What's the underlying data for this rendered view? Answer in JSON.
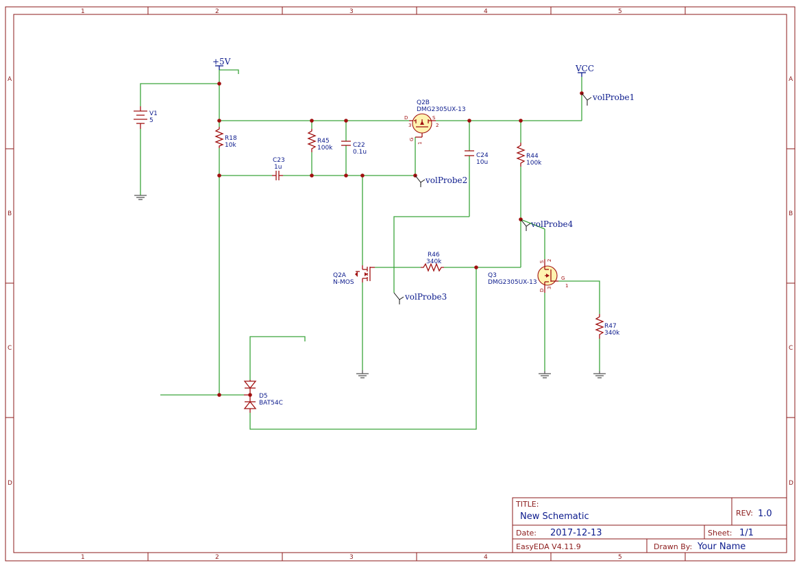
{
  "frame": {
    "columns": [
      "1",
      "2",
      "3",
      "4",
      "5"
    ],
    "rows": [
      "A",
      "B",
      "C",
      "D"
    ]
  },
  "components": {
    "v1": {
      "ref": "V1",
      "value": "5"
    },
    "r18": {
      "ref": "R18",
      "value": "10k"
    },
    "r45": {
      "ref": "R45",
      "value": "100k"
    },
    "c22": {
      "ref": "C22",
      "value": "0.1u"
    },
    "c23": {
      "ref": "C23",
      "value": "1u"
    },
    "q2b": {
      "ref": "Q2B",
      "value": "DMG2305UX-13"
    },
    "c24": {
      "ref": "C24",
      "value": "10u"
    },
    "r44": {
      "ref": "R44",
      "value": "100k"
    },
    "q2a": {
      "ref": "Q2A",
      "value": "N-MOS"
    },
    "r46": {
      "ref": "R46",
      "value": "340k"
    },
    "q3": {
      "ref": "Q3",
      "value": "DMG2305UX-13"
    },
    "r47": {
      "ref": "R47",
      "value": "340k"
    },
    "d5": {
      "ref": "D5",
      "value": "BAT54C"
    }
  },
  "pins": {
    "q2b": {
      "d": "D",
      "s": "S",
      "g": "G",
      "p3": "3",
      "p2": "2",
      "p1": "1"
    },
    "q3": {
      "s": "S",
      "p2": "2",
      "g": "G",
      "p1": "1",
      "d": "D",
      "p3": "3"
    }
  },
  "nets": {
    "plus5v": "+5V",
    "vcc": "VCC"
  },
  "probes": {
    "p1": "volProbe1",
    "p2": "volProbe2",
    "p3": "volProbe3",
    "p4": "volProbe4"
  },
  "title_block": {
    "title_label": "TITLE:",
    "title": "New Schematic",
    "rev_label": "REV:",
    "rev": "1.0",
    "date_label": "Date:",
    "date": "2017-12-13",
    "sheet_label": "Sheet:",
    "sheet": "1/1",
    "tool": "EasyEDA V4.11.9",
    "drawn_by_label": "Drawn By:",
    "drawn_by": "Your Name"
  },
  "colors": {
    "frame": "#8b1a1a",
    "wire": "#3aa53a",
    "component": "#a01010",
    "label": "#0b1a8c",
    "mosfet_fill": "#fff3b0"
  }
}
